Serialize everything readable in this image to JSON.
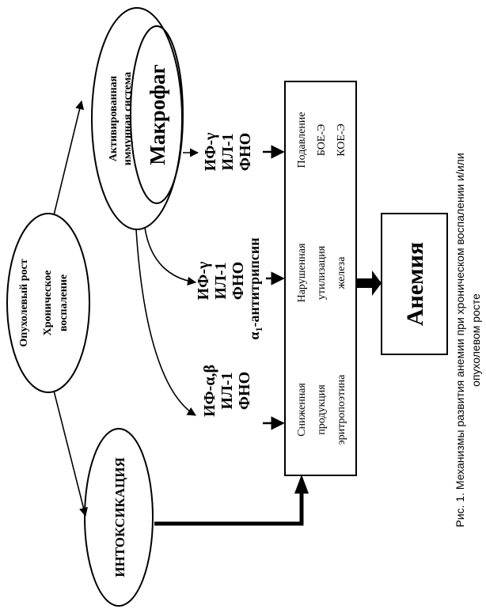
{
  "diagram": {
    "tumor_node": {
      "line1": "Опухолевый рост",
      "line2": "Хроническое",
      "line3": "воспаление"
    },
    "immune_node": {
      "line1": "Активированная",
      "line2": "иммунная система",
      "macrophage": "Макрофаг"
    },
    "intox_node": {
      "label": "ИНТОКСИКАЦИЯ"
    },
    "cytokines_top": {
      "line1": "ИФ-γ",
      "line2": "ИЛ-1",
      "line3": "ФНО"
    },
    "cytokines_mid": {
      "line1": "ИФ-γ",
      "line2": "ИЛ-1",
      "line3": "ФНО",
      "line4_main": "α",
      "line4_sub": "1",
      "line4_rest": "-антитрипсин"
    },
    "cytokines_low": {
      "line1": "ИФ-α,β",
      "line2": "ИЛ-1",
      "line3": "ФНО"
    },
    "mechanisms": {
      "col1": {
        "line1": "Подавление",
        "line2": "БОЕ-Э",
        "line3": "КОЕ-Э"
      },
      "col2": {
        "line1": "Нарушенная",
        "line2": "утилизация",
        "line3": "железа"
      },
      "col3": {
        "line1": "Сниженная",
        "line2": "продукция",
        "line3": "эритропоэтина"
      }
    },
    "result": {
      "label": "Анемия"
    }
  },
  "caption": {
    "line1": "Рис. 1. Механизмы развития анемии при хроническом воспалении и/или",
    "line2": "опухолевом росте"
  }
}
